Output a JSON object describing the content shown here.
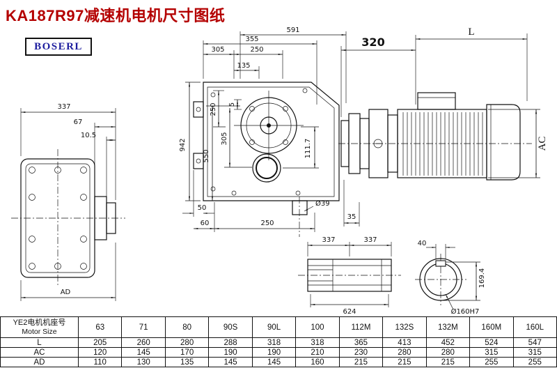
{
  "header": {
    "title": "KA187R97减速机电机尺寸图纸",
    "logo": "BOSERL"
  },
  "colors": {
    "title_red": "#b40000",
    "logo_blue": "#1c1c9e",
    "line_black": "#111111"
  },
  "drawing": {
    "side_view": {
      "width": "337",
      "overhang": "67",
      "step": "10.5",
      "ad": "AD"
    },
    "front_view": {
      "top_591": "591",
      "top_355": "355",
      "top_305": "305",
      "top_250": "250",
      "top_135": "135",
      "left_942": "942",
      "left_550": "550",
      "left_305": "305",
      "left_250": "250",
      "left_5": "5",
      "right_111_7": "111.7",
      "bottom_50": "50",
      "bottom_60": "60",
      "bottom_250": "250",
      "bottom_dia39": "Ø39",
      "bottom_35": "35"
    },
    "motor_view": {
      "adapter_320": "320",
      "length_L": "L",
      "diameter_AC": "AC"
    },
    "sleeve_view": {
      "left_337": "337",
      "right_337": "337",
      "total_624": "624"
    },
    "bore_view": {
      "key_40": "40",
      "height_169_4": "169.4",
      "bore_dia": "Ø160H7"
    }
  },
  "table": {
    "header_cn": "YE2电机机座号",
    "header_en": "Motor Size",
    "columns": [
      "63",
      "71",
      "80",
      "90S",
      "90L",
      "100",
      "112M",
      "132S",
      "132M",
      "160M",
      "160L"
    ],
    "rows": [
      {
        "label": "L",
        "values": [
          "205",
          "260",
          "280",
          "288",
          "318",
          "318",
          "365",
          "413",
          "452",
          "524",
          "547"
        ]
      },
      {
        "label": "AC",
        "values": [
          "120",
          "145",
          "170",
          "190",
          "190",
          "210",
          "230",
          "280",
          "280",
          "315",
          "315"
        ]
      },
      {
        "label": "AD",
        "values": [
          "110",
          "130",
          "135",
          "145",
          "145",
          "160",
          "215",
          "215",
          "215",
          "255",
          "255"
        ]
      }
    ]
  }
}
